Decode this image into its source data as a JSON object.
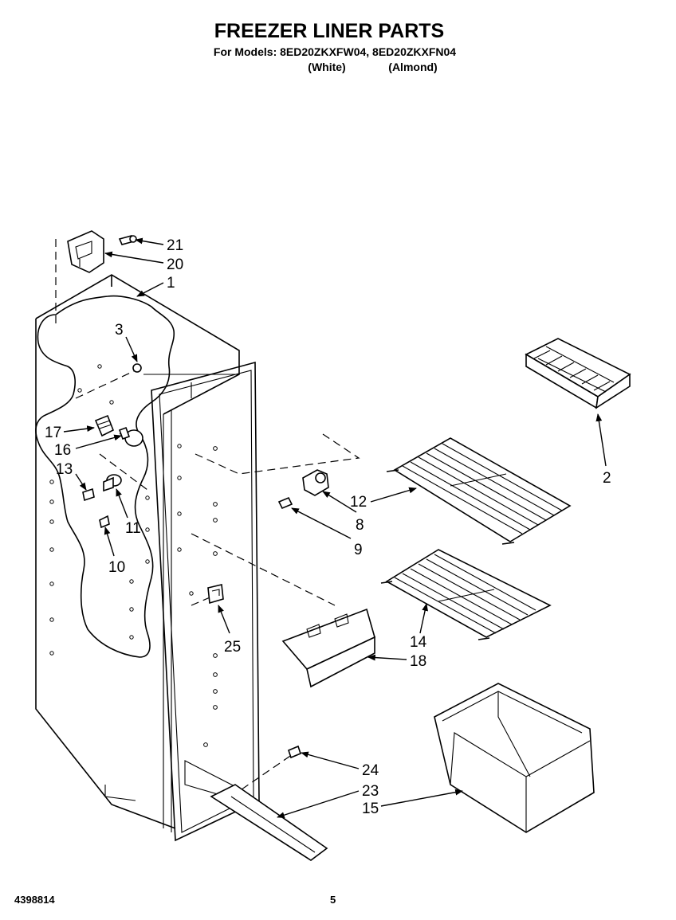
{
  "header": {
    "title": "FREEZER LINER PARTS",
    "models_line": "For Models: 8ED20ZKXFW04, 8ED20ZKXFN04",
    "color_white": "(White)",
    "color_almond": "(Almond)"
  },
  "callouts": {
    "c1": "1",
    "c2": "2",
    "c3": "3",
    "c8": "8",
    "c9": "9",
    "c10": "10",
    "c11": "11",
    "c12": "12",
    "c13": "13",
    "c14": "14",
    "c15": "15",
    "c16": "16",
    "c17": "17",
    "c18": "18",
    "c20": "20",
    "c21": "21",
    "c23": "23",
    "c24": "24",
    "c25": "25"
  },
  "footer": {
    "doc_number": "4398814",
    "page_number": "5"
  }
}
